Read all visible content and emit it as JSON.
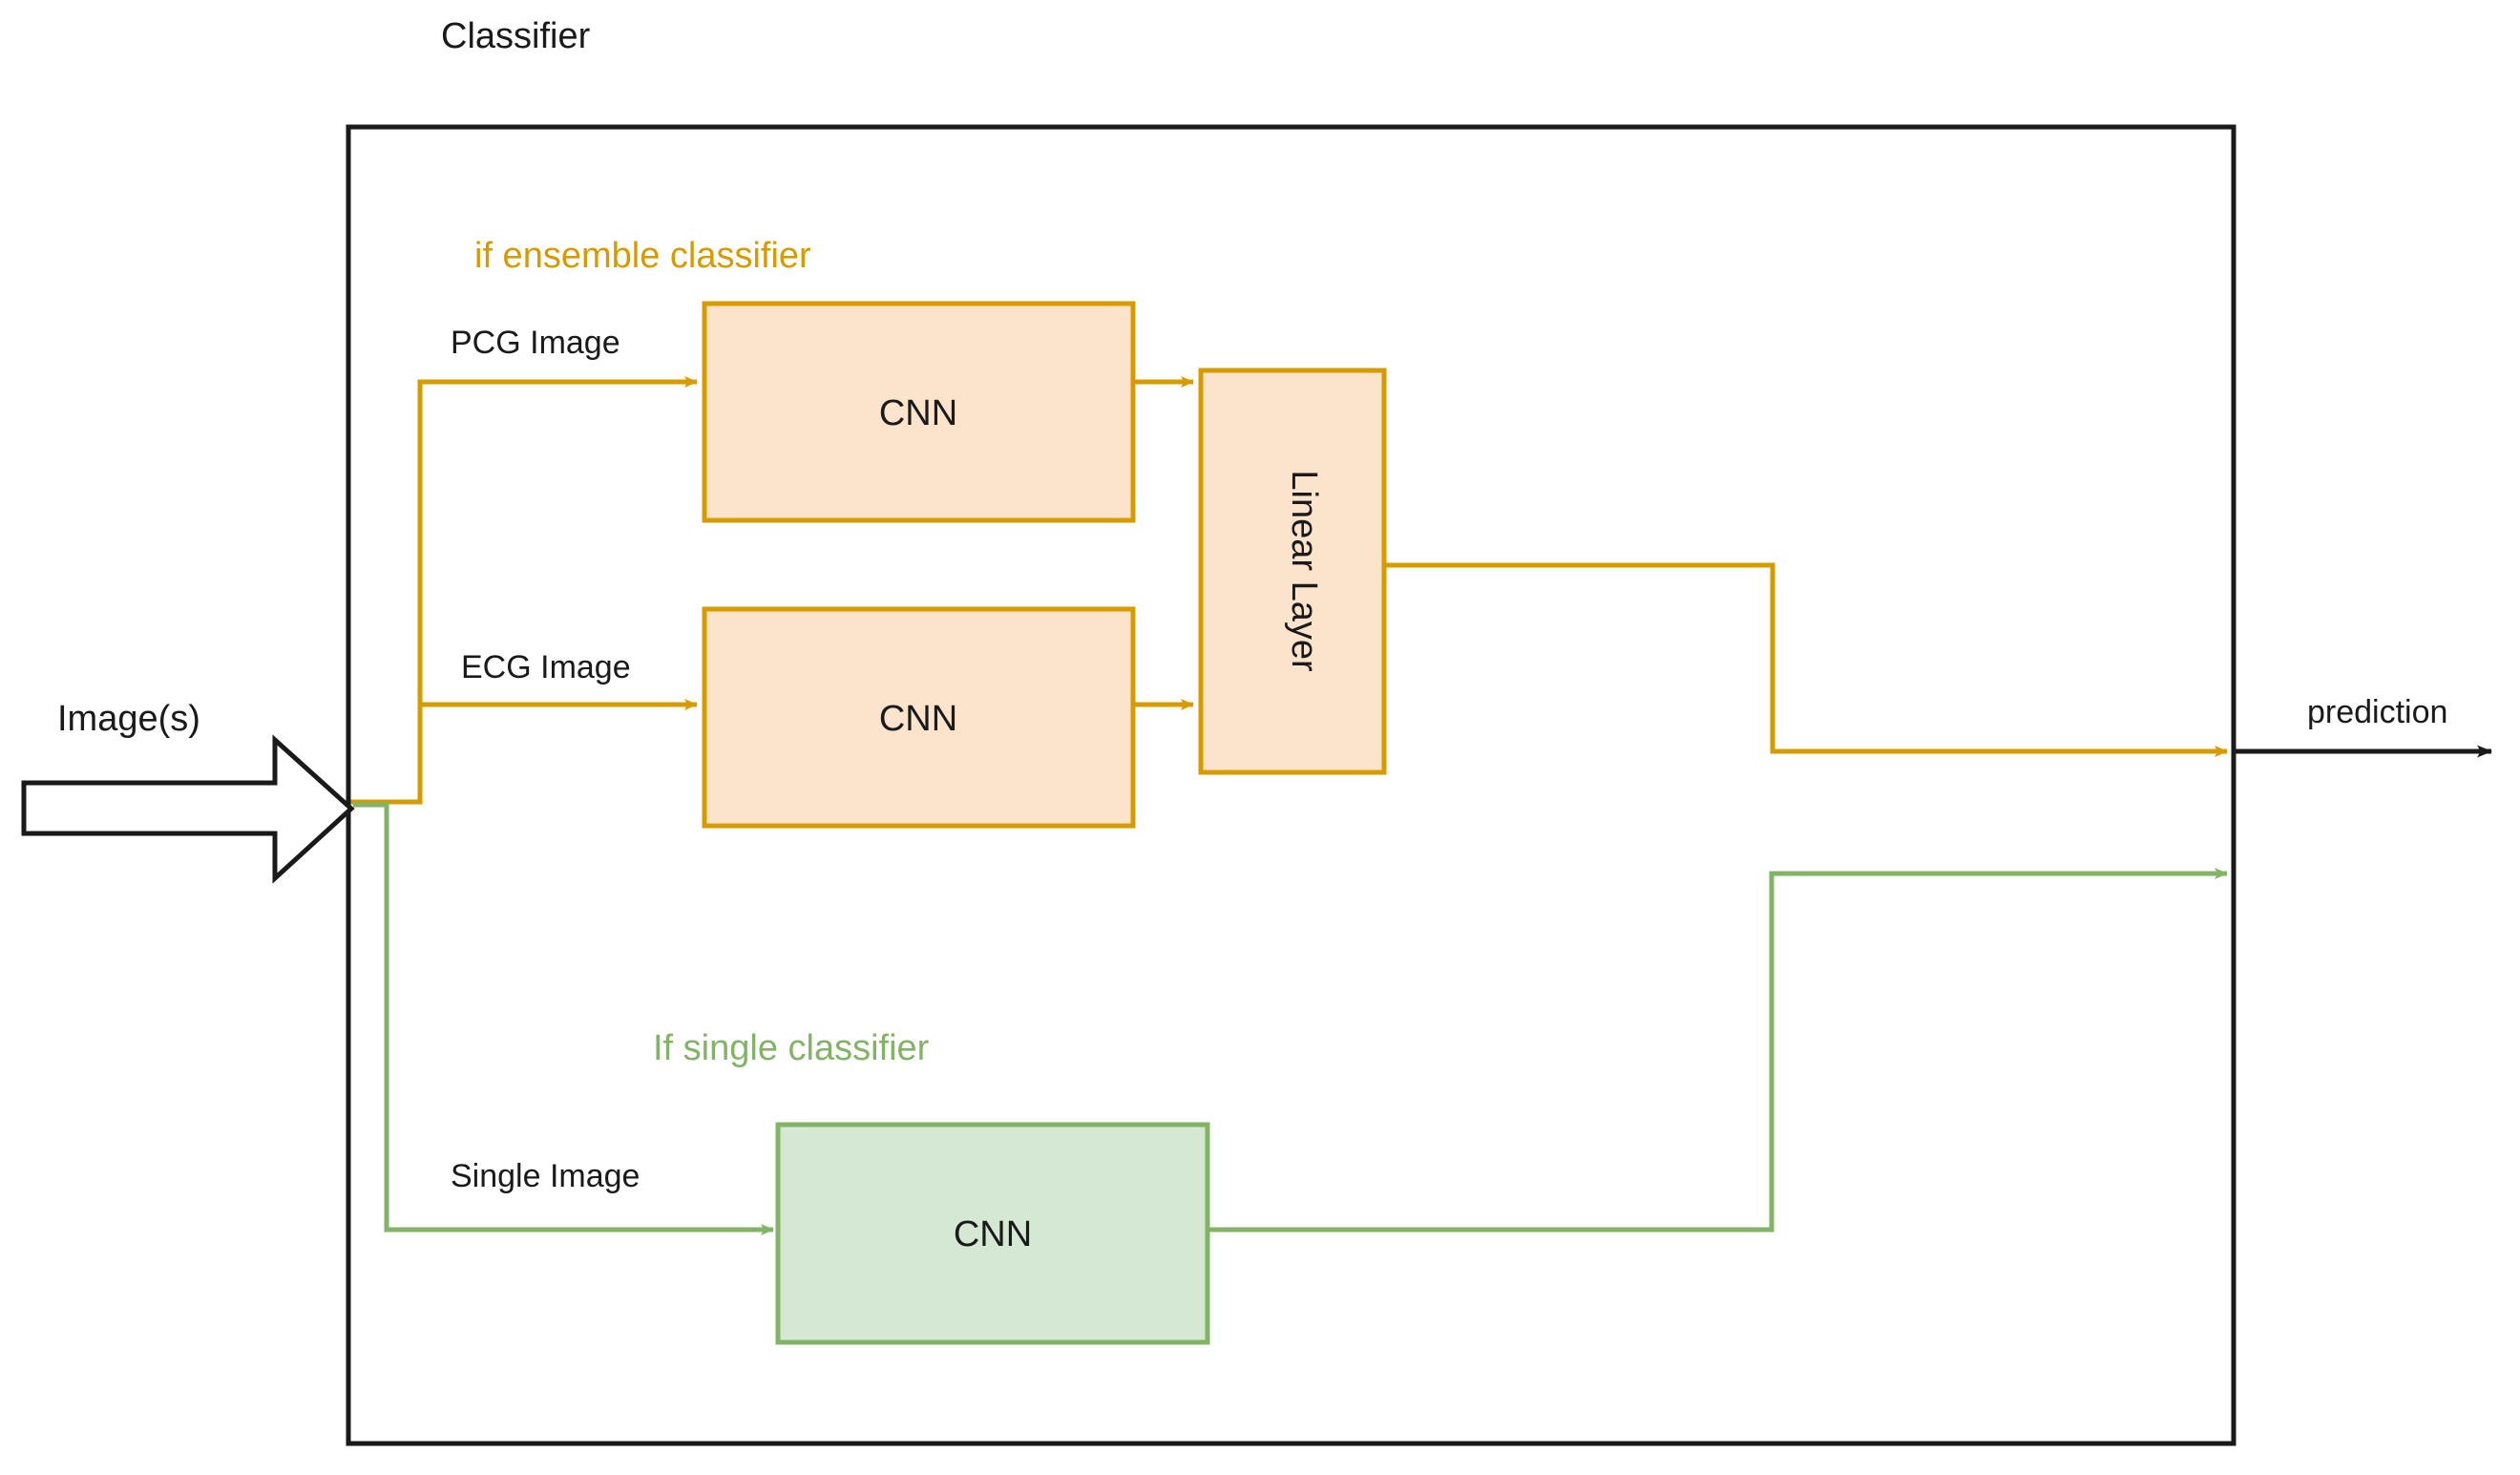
{
  "diagram": {
    "title": "Classifier",
    "container_label": "Classifier",
    "colors": {
      "orange_stroke": "#D79B00",
      "orange_fill": "#FCE3CC",
      "green_stroke": "#82B366",
      "green_fill": "#D5E8D4",
      "black": "#1a1a1a",
      "background": "#ffffff"
    },
    "input": {
      "label": "Image(s)",
      "arrow_name": "block-arrow-input"
    },
    "output": {
      "label": "prediction",
      "arrow_name": "arrow-prediction"
    },
    "branches": [
      {
        "id": "ensemble",
        "label": "if ensemble classifier",
        "color": "#D79B00"
      },
      {
        "id": "single",
        "label": "If single classifier",
        "color": "#82B366"
      }
    ],
    "nodes": [
      {
        "id": "cnn_pcg",
        "label": "CNN",
        "branch": "ensemble",
        "orientation": "horizontal"
      },
      {
        "id": "cnn_ecg",
        "label": "CNN",
        "branch": "ensemble",
        "orientation": "horizontal"
      },
      {
        "id": "linear",
        "label": "Linear Layer",
        "branch": "ensemble",
        "orientation": "vertical"
      },
      {
        "id": "cnn_single",
        "label": "CNN",
        "branch": "single",
        "orientation": "horizontal"
      }
    ],
    "edge_labels": [
      {
        "id": "pcg",
        "label": "PCG Image",
        "branch": "ensemble"
      },
      {
        "id": "ecg",
        "label": "ECG Image",
        "branch": "ensemble"
      },
      {
        "id": "single",
        "label": "Single Image",
        "branch": "single"
      }
    ]
  }
}
